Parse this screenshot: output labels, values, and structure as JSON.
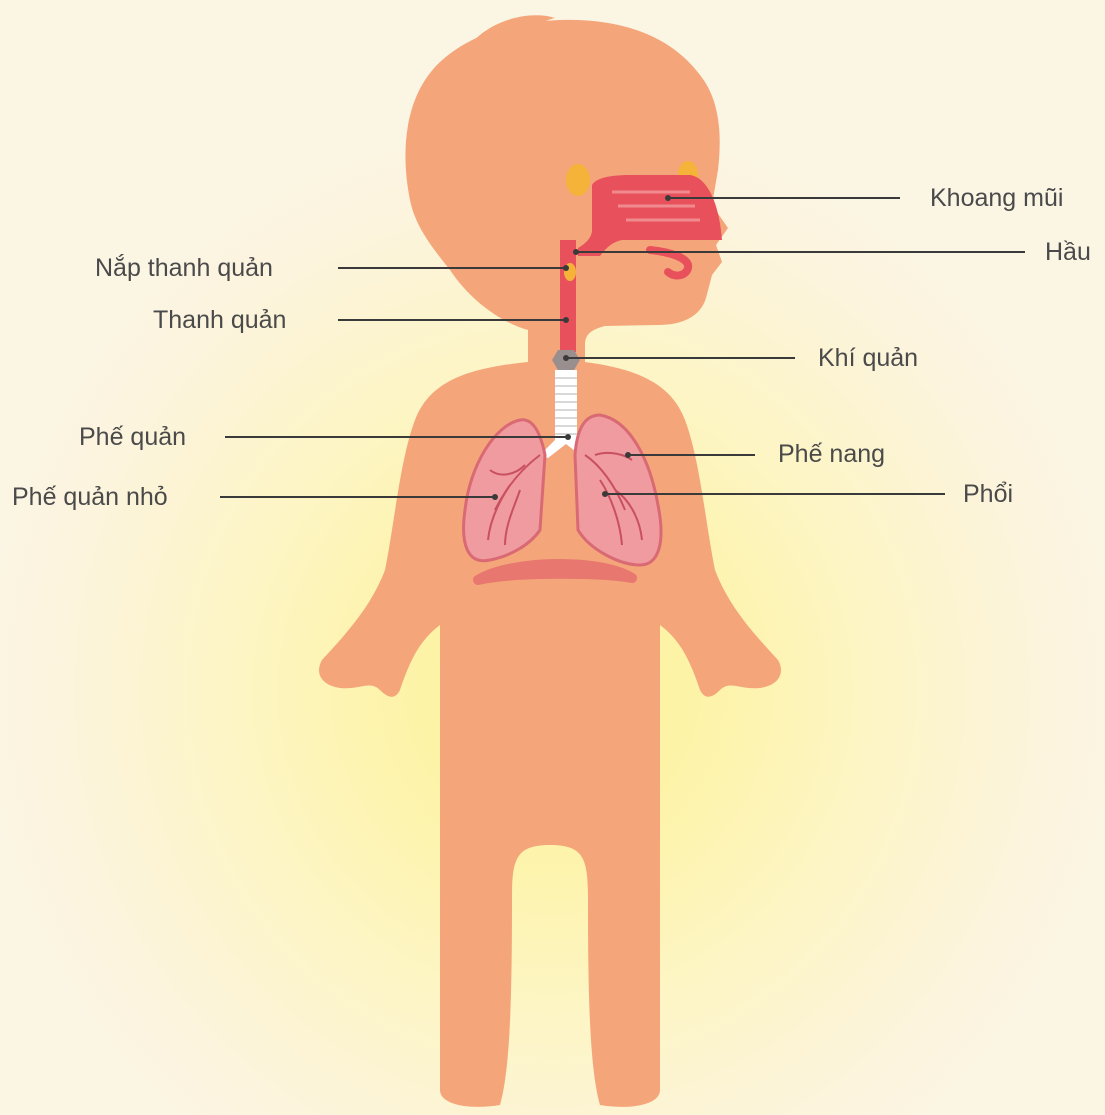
{
  "labels": {
    "khoang_mui": "Khoang mũi",
    "hau": "Hầu",
    "nap_thanh_quan": "Nắp thanh quản",
    "thanh_quan": "Thanh quản",
    "khi_quan": "Khí quản",
    "phe_quan": "Phế quản",
    "phe_nang": "Phế nang",
    "phe_quan_nho": "Phế quản nhỏ",
    "phoi": "Phổi"
  },
  "colors": {
    "background": "#fdf6cf",
    "glow": "#fdf39a",
    "skin": "#f4a67a",
    "airway": "#e8515b",
    "lung_fill": "#ef9ba0",
    "lung_outline": "#d96a74",
    "trachea": "#ffffff",
    "larynx_ring": "#9a8f8f",
    "ear": "#f5b33a",
    "diaphragm": "#e7776f",
    "leader_line": "#3a3a3a",
    "text": "#4a4a4a"
  }
}
